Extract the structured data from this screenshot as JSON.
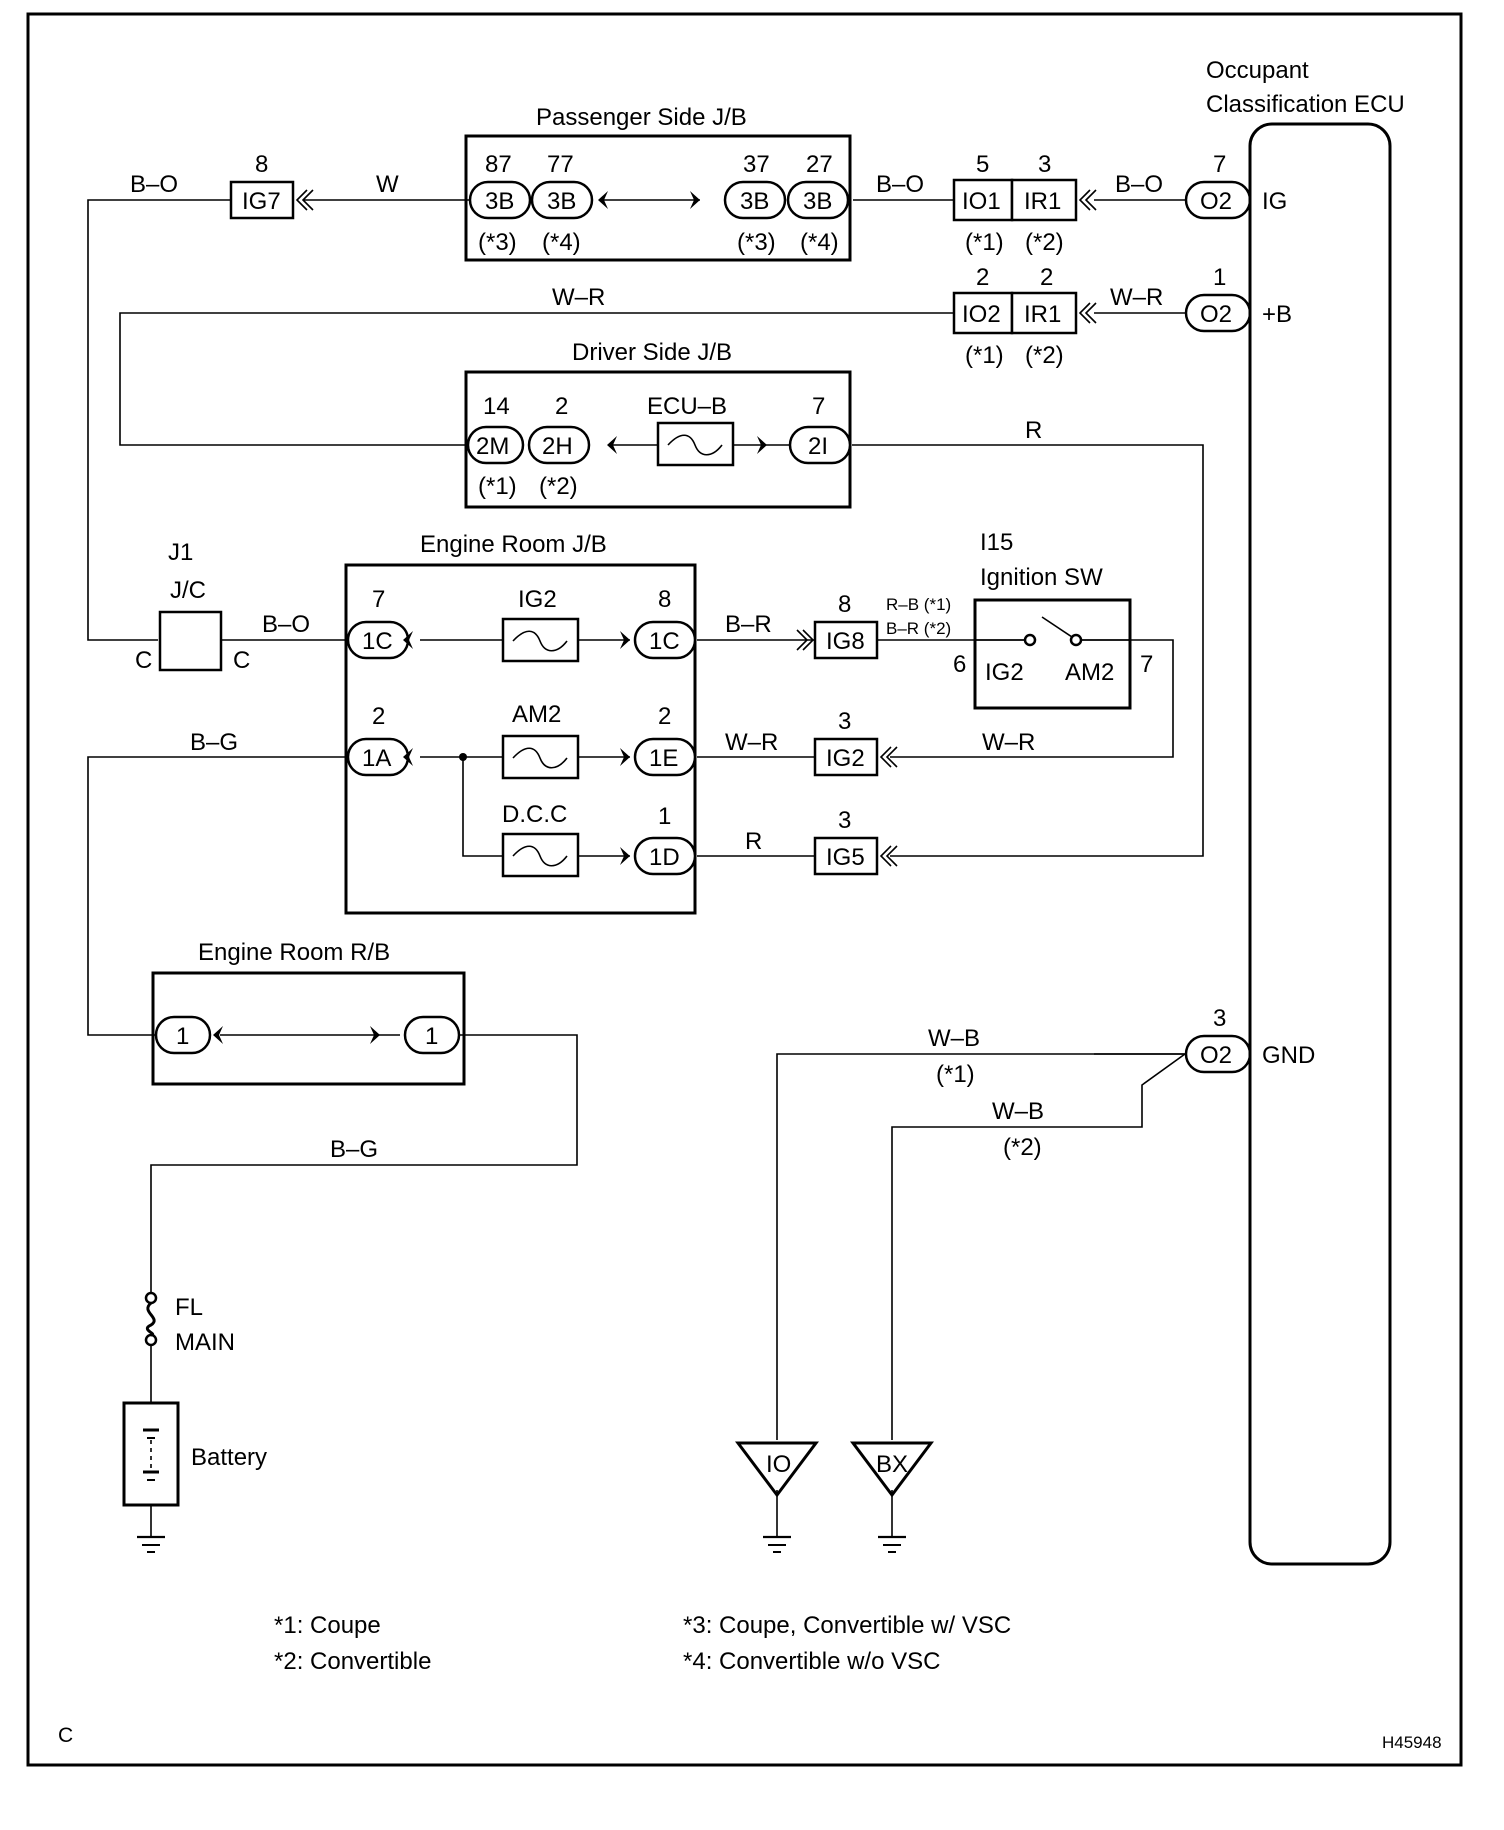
{
  "components": {
    "passenger_jb": "Passenger Side J/B",
    "driver_jb": "Driver Side J/B",
    "engine_jb": "Engine Room J/B",
    "engine_rb": "Engine Room R/B",
    "ecu_line1": "Occupant",
    "ecu_line2": "Classification ECU",
    "jc_code": "J1",
    "jc_name": "J/C",
    "ign_code": "I15",
    "ign_name": "Ignition SW",
    "battery": "Battery",
    "fl_line1": "FL",
    "fl_line2": "MAIN"
  },
  "fuses": {
    "ecu_b": "ECU–B",
    "ig2": "IG2",
    "am2": "AM2",
    "dcc": "D.C.C"
  },
  "ecu_terminals": {
    "ig": "IG",
    "b": "+B",
    "gnd": "GND"
  },
  "switch_terminals": {
    "ig2": "IG2",
    "am2": "AM2",
    "pin6": "6",
    "pin7": "7"
  },
  "connectors": {
    "o2": "O2",
    "io1": "IO1",
    "ir1": "IR1",
    "io2": "IO2",
    "ig7": "IG7",
    "ig8": "IG8",
    "ig2": "IG2",
    "ig5": "IG5",
    "c3b": "3B",
    "c2m": "2M",
    "c2h": "2H",
    "c2i": "2I",
    "c1c": "1C",
    "c1a": "1A",
    "c1e": "1E",
    "c1d": "1D",
    "c1": "1",
    "jc_c": "C"
  },
  "pins": {
    "o2_ig": "7",
    "o2_b": "1",
    "o2_gnd": "3",
    "io1": "5",
    "ir1_top": "3",
    "io2": "2",
    "ir1_mid": "2",
    "ig7": "8",
    "p87": "87",
    "p77": "77",
    "p37": "37",
    "p27": "27",
    "p14": "14",
    "p2": "2",
    "p7": "7",
    "c1c_left": "7",
    "c1c_right": "8",
    "c1a": "2",
    "c1e": "2",
    "c1d": "1",
    "ig8": "8",
    "ig2": "3",
    "ig5": "3"
  },
  "wires": {
    "b_o": "B–O",
    "w": "W",
    "w_r": "W–R",
    "r": "R",
    "b_r": "B–R",
    "b_g": "B–G",
    "w_b": "W–B",
    "rb1": "R–B (*1)",
    "br2": "B–R (*2)"
  },
  "variants": {
    "v1": "(*1)",
    "v2": "(*2)",
    "v3": "(*3)",
    "v4": "(*4)"
  },
  "grounds": {
    "io": "IO",
    "bx": "BX"
  },
  "legend": {
    "n1": "*1: Coupe",
    "n2": "*2: Convertible",
    "n3": "*3: Coupe, Convertible w/ VSC",
    "n4": "*4: Convertible w/o VSC"
  },
  "corner": "C",
  "figure_id": "H45948"
}
